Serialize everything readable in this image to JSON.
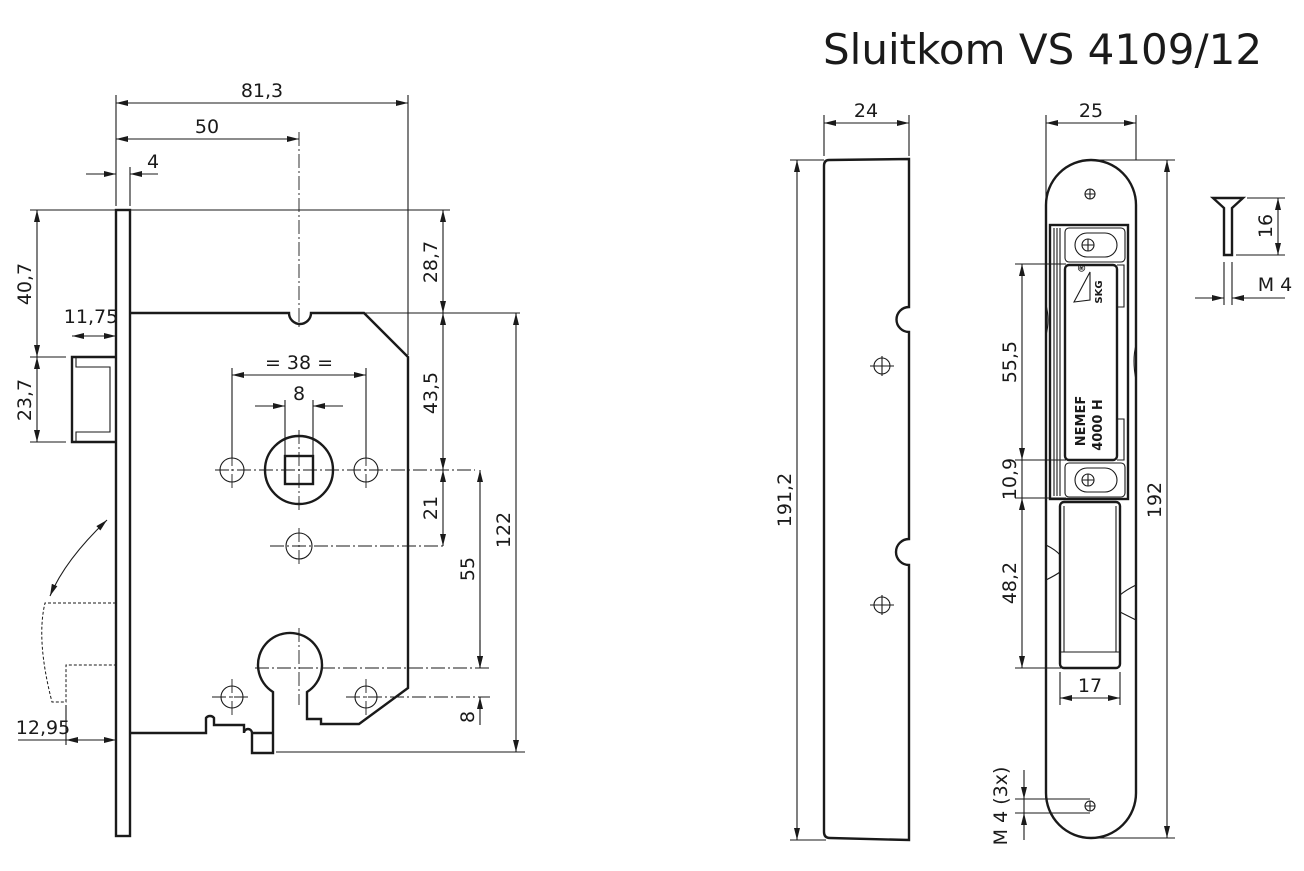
{
  "title": "Sluitkom VS 4109/12",
  "lock_body": {
    "dims": {
      "width_total": "81,3",
      "backset": "50",
      "faceplate_thickness": "4",
      "top_to_latch": "40,7",
      "latch_projection": "11,75",
      "latch_height": "23,7",
      "top_to_case": "28,7",
      "case_to_follower": "43,5",
      "rose_spacing": "= 38 =",
      "spindle": "8",
      "follower_to_hole": "21",
      "follower_to_cylinder": "55",
      "case_height": "122",
      "cylinder_to_hole": "8",
      "bolt_projection": "12,95"
    }
  },
  "strike_side": {
    "dims": {
      "depth": "24",
      "height": "191,2"
    }
  },
  "strike_front": {
    "dims": {
      "width": "25",
      "height": "192",
      "box_upper": "55,5",
      "box_gap": "10,9",
      "box_lower": "48,2",
      "opening_width": "17",
      "screw_note": "M 4 (3x)"
    },
    "label_brand": "NEMEF",
    "label_model": "4000 H",
    "label_cert": "SKG",
    "label_reg": "®"
  },
  "screw": {
    "length": "16",
    "thread": "M 4"
  }
}
